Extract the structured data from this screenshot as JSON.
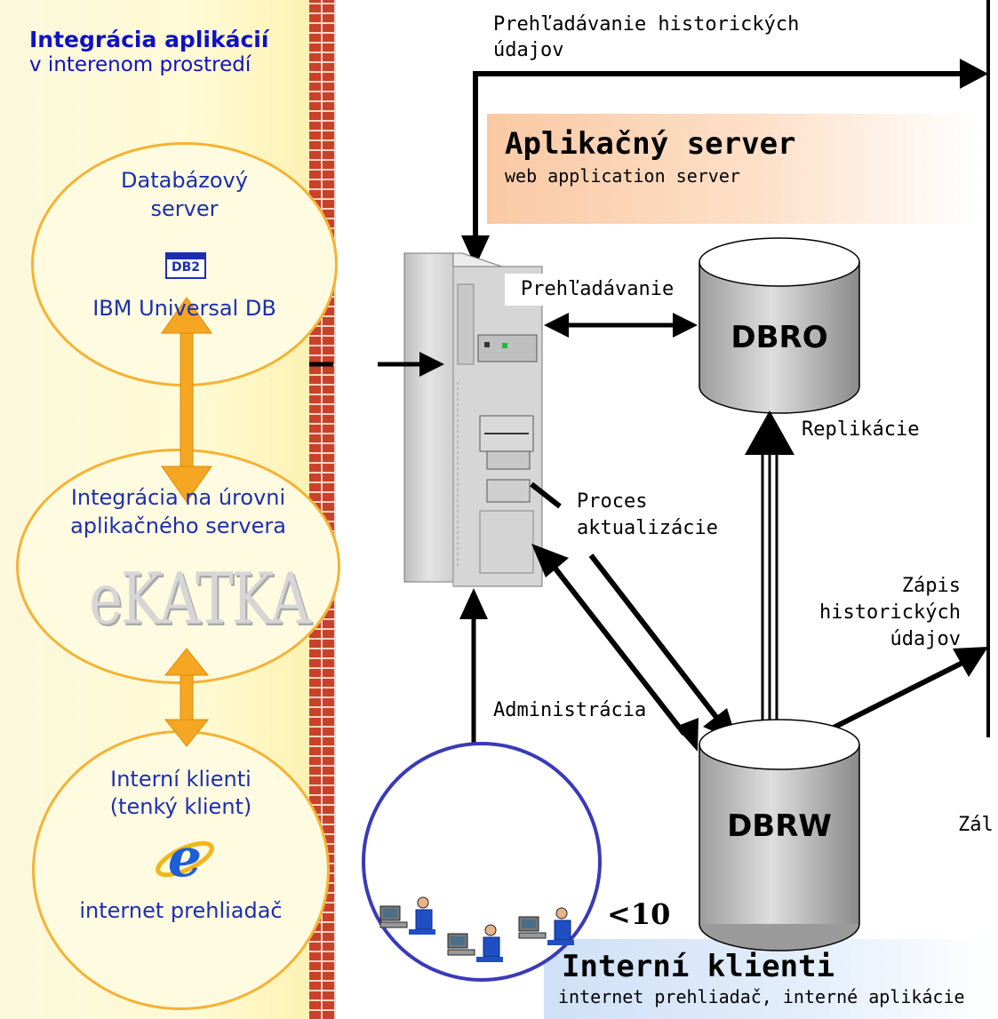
{
  "sidebar": {
    "title": "Integrácia aplikácií",
    "subtitle": "v interenom prostredí",
    "db_node": {
      "line1": "Databázový",
      "line2": "server",
      "db_icon": "DB2",
      "product": "IBM Universal DB"
    },
    "int_node": {
      "line1": "Integrácia na úrovni",
      "line2": "aplikačného servera",
      "logo": "eKATKA"
    },
    "client_node": {
      "line1": "Interní klienti",
      "line2": "(tenký klient)",
      "browser": "internet prehliadač"
    }
  },
  "diagram": {
    "top_label_1": "Prehľadávanie historických",
    "top_label_2": "údajov",
    "app_server": {
      "title": "Aplikačný server",
      "subtitle": "web application server"
    },
    "search_label": "Prehľadávanie",
    "dbro": "DBRO",
    "replication": "Replikácie",
    "update_1": "Proces",
    "update_2": "aktualizácie",
    "history_1": "Zápis",
    "history_2": "historických",
    "history_3": "údajov",
    "admin": "Administrácia",
    "dbrw": "DBRW",
    "backup_partial": "Zál",
    "client_count": "<10",
    "internal_clients": {
      "title": "Interní klienti",
      "subtitle": "internet prehliadač, interné aplikácie"
    }
  }
}
